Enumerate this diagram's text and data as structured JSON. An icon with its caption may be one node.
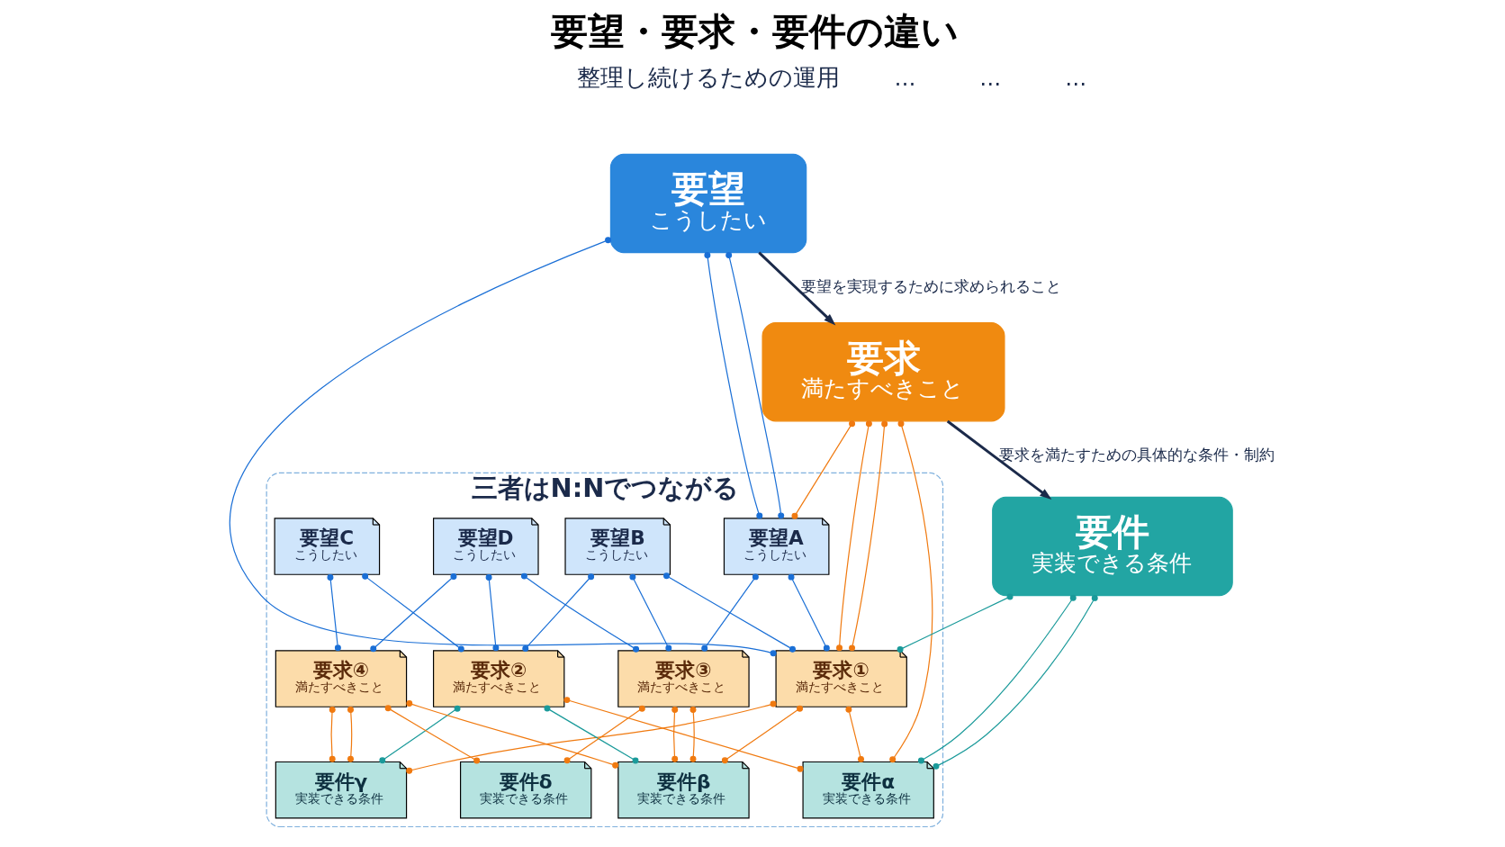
{
  "diagram": {
    "title": "要望・要求・要件の違い",
    "nodes": [
      {
        "text": [
          "要望",
          "こうしたい"
        ]
      },
      {
        "text": [
          "要求",
          "満たすべきこと"
        ]
      },
      {
        "text": [
          "要件",
          "実装できる条件"
        ]
      },
      {
        "text": [
          "三者はN:Nでつながる"
        ]
      },
      {
        "text": [
          "要望A",
          "こうしたい"
        ],
        "in": 3
      },
      {
        "text": [
          "要望B",
          "こうしたい"
        ],
        "in": 3
      },
      {
        "text": [
          "要望C",
          "こうしたい"
        ],
        "in": 3
      },
      {
        "text": [
          "要望D",
          "こうしたい"
        ],
        "in": 3
      },
      {
        "text": [
          "要求①",
          "満たすべきこと"
        ],
        "in": 3
      },
      {
        "text": [
          "要求②",
          "満たすべきこと"
        ],
        "in": 3
      },
      {
        "text": [
          "要求③",
          "満たすべきこと"
        ],
        "in": 3
      },
      {
        "text": [
          "要求④",
          "満たすべきこと"
        ],
        "in": 3
      },
      {
        "text": [
          "要件α",
          "実装できる条件"
        ],
        "in": 3
      },
      {
        "text": [
          "要件β",
          "実装できる条件"
        ],
        "in": 3
      },
      {
        "text": [
          "要件γ",
          "実装できる条件"
        ],
        "in": 3
      },
      {
        "text": [
          "要件δ",
          "実装できる条件"
        ],
        "in": 3
      }
    ],
    "edges": [
      {
        "from": 0,
        "to": 1,
        "arrow": "to",
        "color": "#1b2a4a",
        "label": "要望を実現するために求められること"
      },
      {
        "from": 1,
        "to": 2,
        "arrow": "to",
        "color": "#1b2a4a",
        "label": "要求を満たすための具体的な条件・制約"
      },
      {
        "from": 0,
        "to": 4,
        "arrow": "other",
        "color": "#1a6fd6"
      },
      {
        "from": 0,
        "to": 4,
        "arrow": "other",
        "color": "#1a6fd6"
      },
      {
        "from": 0,
        "to": 8,
        "arrow": "other",
        "color": "#1a6fd6"
      },
      {
        "from": 1,
        "to": 4,
        "arrow": "other",
        "color": "#f07a10"
      },
      {
        "from": 1,
        "to": 8,
        "arrow": "other",
        "color": "#f07a10"
      },
      {
        "from": 1,
        "to": 8,
        "arrow": "other",
        "color": "#f07a10"
      },
      {
        "from": 1,
        "to": 12,
        "arrow": "other",
        "color": "#f07a10"
      },
      {
        "from": 2,
        "to": 8,
        "arrow": "other",
        "color": "#1a9a9a"
      },
      {
        "from": 2,
        "to": 12,
        "arrow": "other",
        "color": "#1a9a9a"
      },
      {
        "from": 2,
        "to": 12,
        "arrow": "other",
        "color": "#1a9a9a"
      },
      {
        "from": 4,
        "to": 8,
        "arrow": "other",
        "color": "#1a6fd6"
      },
      {
        "from": 4,
        "to": 10,
        "arrow": "other",
        "color": "#1a6fd6"
      },
      {
        "from": 5,
        "to": 8,
        "arrow": "other",
        "color": "#1a6fd6"
      },
      {
        "from": 5,
        "to": 9,
        "arrow": "other",
        "color": "#1a6fd6"
      },
      {
        "from": 5,
        "to": 10,
        "arrow": "other",
        "color": "#1a6fd6"
      },
      {
        "from": 6,
        "to": 9,
        "arrow": "other",
        "color": "#1a6fd6"
      },
      {
        "from": 6,
        "to": 11,
        "arrow": "other",
        "color": "#1a6fd6"
      },
      {
        "from": 7,
        "to": 9,
        "arrow": "other",
        "color": "#1a6fd6"
      },
      {
        "from": 7,
        "to": 10,
        "arrow": "other",
        "color": "#1a6fd6"
      },
      {
        "from": 7,
        "to": 11,
        "arrow": "other",
        "color": "#1a6fd6"
      },
      {
        "from": 8,
        "to": 12,
        "arrow": "other",
        "color": "#f07a10"
      },
      {
        "from": 8,
        "to": 13,
        "arrow": "other",
        "color": "#f07a10"
      },
      {
        "from": 8,
        "to": 14,
        "arrow": "other",
        "color": "#f07a10"
      },
      {
        "from": 9,
        "to": 12,
        "arrow": "other",
        "color": "#f07a10"
      },
      {
        "from": 9,
        "to": 13,
        "arrow": "other",
        "color": "#1a9a9a"
      },
      {
        "from": 9,
        "to": 14,
        "arrow": "other",
        "color": "#1a9a9a"
      },
      {
        "from": 10,
        "to": 13,
        "arrow": "other",
        "color": "#f07a10"
      },
      {
        "from": 10,
        "to": 13,
        "arrow": "other",
        "color": "#f07a10"
      },
      {
        "from": 10,
        "to": 15,
        "arrow": "other",
        "color": "#f07a10"
      },
      {
        "from": 11,
        "to": 13,
        "arrow": "other",
        "color": "#f07a10"
      },
      {
        "from": 11,
        "to": 14,
        "arrow": "other",
        "color": "#f07a10"
      },
      {
        "from": 11,
        "to": 14,
        "arrow": "other",
        "color": "#f07a10"
      },
      {
        "from": 11,
        "to": 15,
        "arrow": "other",
        "color": "#f07a10"
      }
    ],
    "labels": [
      "整理し続けるための運用",
      "…",
      "…",
      "…"
    ]
  }
}
